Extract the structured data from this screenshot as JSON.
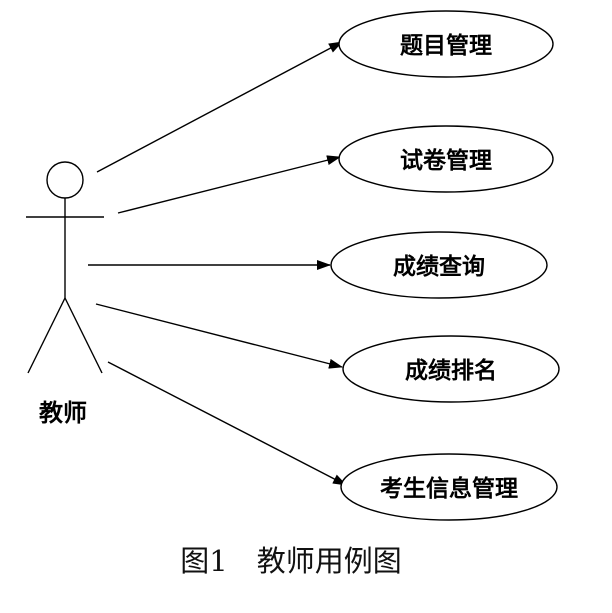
{
  "actor": {
    "label": "教师"
  },
  "use_cases": [
    {
      "id": "uc1",
      "label": "题目管理"
    },
    {
      "id": "uc2",
      "label": "试卷管理"
    },
    {
      "id": "uc3",
      "label": "成绩查询"
    },
    {
      "id": "uc4",
      "label": "成绩排名"
    },
    {
      "id": "uc5",
      "label": "考生信息管理"
    }
  ],
  "caption": "图1　教师用例图"
}
